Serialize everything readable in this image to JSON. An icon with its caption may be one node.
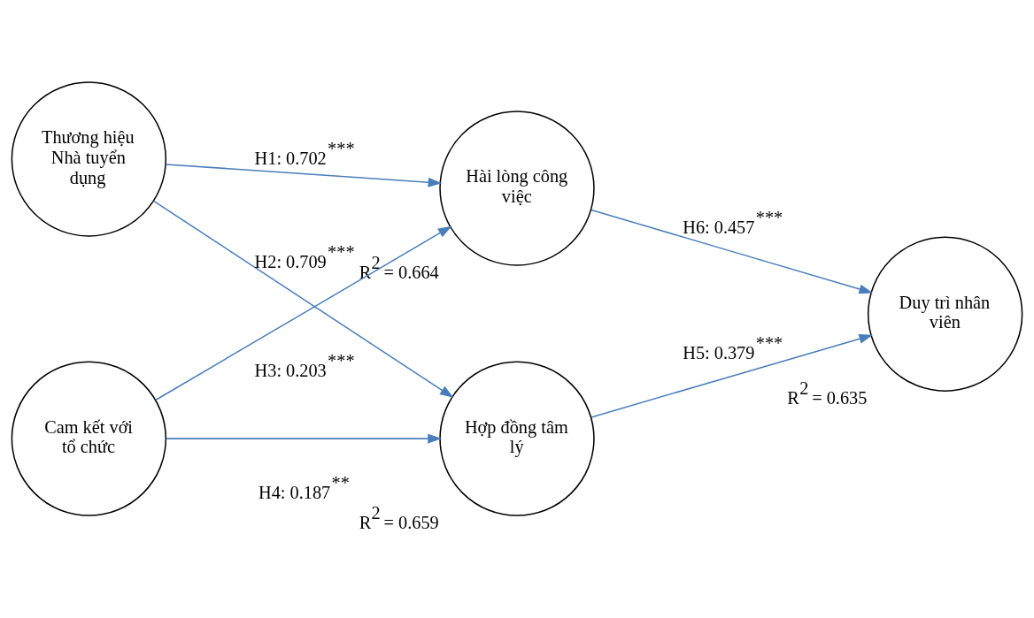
{
  "diagram": {
    "nodes": [
      {
        "text": [
          "Thương hiệu Nhà tuyển dụng"
        ]
      },
      {
        "text": [
          "Hài lòng công việc"
        ],
        "beside": [
          "R$^{2}$ = 0.664"
        ]
      },
      {
        "text": [
          "Cam kết với tổ chức"
        ]
      },
      {
        "text": [
          "Hợp đồng tâm lý"
        ],
        "beside": [
          "R$^{2}$ = 0.659"
        ]
      },
      {
        "text": [
          "Duy trì nhân viên"
        ],
        "beside": [
          "R$^{2}$ = 0.635"
        ]
      }
    ],
    "edges": [
      {
        "from": 0,
        "to": 1,
        "arrow": "to",
        "label": "H1: 0.702$^{***}$"
      },
      {
        "from": 0,
        "to": 3,
        "arrow": "to",
        "label": "H2: 0.709$^{***}$"
      },
      {
        "from": 2,
        "to": 1,
        "arrow": "to",
        "label": "H3: 0.203$^{***}$"
      },
      {
        "from": 2,
        "to": 3,
        "arrow": "to",
        "label": "H4: 0.187$^{**}$"
      },
      {
        "from": 3,
        "to": 4,
        "arrow": "to",
        "label": "H5: 0.379$^{***}$"
      },
      {
        "from": 1,
        "to": 4,
        "arrow": "to",
        "label": "H6: 0.457$^{***}$"
      }
    ]
  }
}
